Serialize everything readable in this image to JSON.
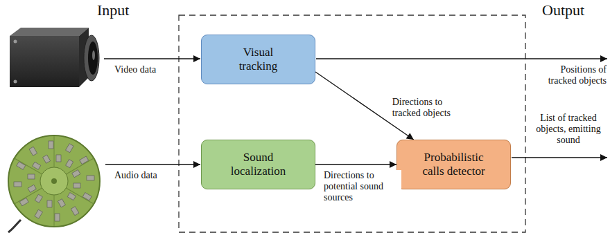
{
  "diagram": {
    "nodes": [
      {
        "text": [
          "Visual tracking"
        ]
      },
      {
        "text": [
          "Sound localization"
        ]
      },
      {
        "text": [
          "Probabilistic calls detector"
        ]
      }
    ],
    "edges": [
      {
        "from": 0,
        "to": 2,
        "label": "Directions to tracked objects",
        "arrow": "to"
      },
      {
        "from": 1,
        "to": 2,
        "label": "Directions to potential sound sources",
        "arrow": "to"
      }
    ],
    "labels": [
      "Input",
      "Output",
      "Video data",
      "Audio data",
      "Positions of tracked objects",
      "List of tracked objects, emitting sound"
    ]
  }
}
